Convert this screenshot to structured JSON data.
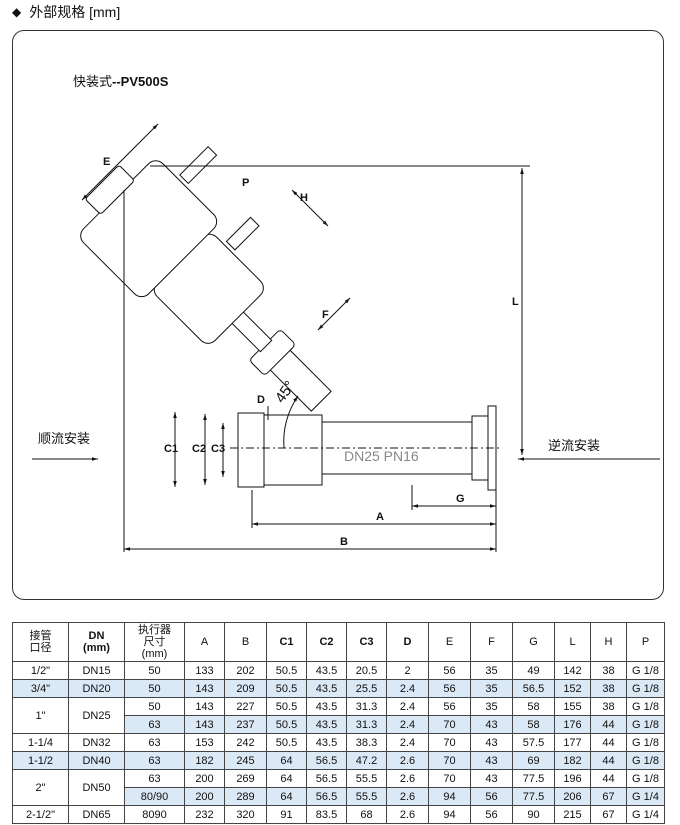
{
  "header": {
    "title": "外部规格 [mm]"
  },
  "drawing": {
    "model": "快装式",
    "model_code": "--PV500S",
    "labels": {
      "E": "E",
      "P": "P",
      "H": "H",
      "F": "F",
      "L": "L",
      "D": "D",
      "angle": "45°",
      "C1": "C1",
      "C2": "C2",
      "C3": "C3",
      "A": "A",
      "B": "B",
      "G": "G",
      "body": "DN25  PN16"
    },
    "left_flow": "顺流安装",
    "right_flow": "逆流安装"
  },
  "table": {
    "headers": [
      {
        "lines": [
          "接管",
          "口径"
        ],
        "bold": false
      },
      {
        "lines": [
          "DN",
          "(mm)"
        ],
        "bold": true
      },
      {
        "lines": [
          "执行器",
          "尺寸",
          "(mm)"
        ],
        "bold": false
      },
      {
        "lines": [
          "A"
        ],
        "bold": false
      },
      {
        "lines": [
          "B"
        ],
        "bold": false
      },
      {
        "lines": [
          "C1"
        ],
        "bold": true
      },
      {
        "lines": [
          "C2"
        ],
        "bold": true
      },
      {
        "lines": [
          "C3"
        ],
        "bold": true
      },
      {
        "lines": [
          "D"
        ],
        "bold": true
      },
      {
        "lines": [
          "E"
        ],
        "bold": false
      },
      {
        "lines": [
          "F"
        ],
        "bold": false
      },
      {
        "lines": [
          "G"
        ],
        "bold": false
      },
      {
        "lines": [
          "L"
        ],
        "bold": false
      },
      {
        "lines": [
          "H"
        ],
        "bold": false
      },
      {
        "lines": [
          "P"
        ],
        "bold": false
      }
    ],
    "rows": [
      {
        "shade": false,
        "cells": [
          [
            "1/2\"",
            1
          ],
          [
            "DN15",
            1
          ],
          [
            "50",
            1
          ],
          [
            "133",
            1
          ],
          [
            "202",
            1
          ],
          [
            "50.5",
            1
          ],
          [
            "43.5",
            1
          ],
          [
            "20.5",
            1
          ],
          [
            "2",
            1
          ],
          [
            "56",
            1
          ],
          [
            "35",
            1
          ],
          [
            "49",
            1
          ],
          [
            "142",
            1
          ],
          [
            "38",
            1
          ],
          [
            "G 1/8",
            1
          ]
        ]
      },
      {
        "shade": true,
        "cells": [
          [
            "3/4\"",
            1
          ],
          [
            "DN20",
            1
          ],
          [
            "50",
            1
          ],
          [
            "143",
            1
          ],
          [
            "209",
            1
          ],
          [
            "50.5",
            1
          ],
          [
            "43.5",
            1
          ],
          [
            "25.5",
            1
          ],
          [
            "2.4",
            1
          ],
          [
            "56",
            1
          ],
          [
            "35",
            1
          ],
          [
            "56.5",
            1
          ],
          [
            "152",
            1
          ],
          [
            "38",
            1
          ],
          [
            "G 1/8",
            1
          ]
        ]
      },
      {
        "shade": false,
        "cells": [
          [
            "1\"",
            2
          ],
          [
            "DN25",
            2
          ],
          [
            "50",
            1
          ],
          [
            "143",
            1
          ],
          [
            "227",
            1
          ],
          [
            "50.5",
            1
          ],
          [
            "43.5",
            1
          ],
          [
            "31.3",
            1
          ],
          [
            "2.4",
            1
          ],
          [
            "56",
            1
          ],
          [
            "35",
            1
          ],
          [
            "58",
            1
          ],
          [
            "155",
            1
          ],
          [
            "38",
            1
          ],
          [
            "G 1/8",
            1
          ]
        ]
      },
      {
        "shade": true,
        "cells": [
          [
            "63",
            1
          ],
          [
            "143",
            1
          ],
          [
            "237",
            1
          ],
          [
            "50.5",
            1
          ],
          [
            "43.5",
            1
          ],
          [
            "31.3",
            1
          ],
          [
            "2.4",
            1
          ],
          [
            "70",
            1
          ],
          [
            "43",
            1
          ],
          [
            "58",
            1
          ],
          [
            "176",
            1
          ],
          [
            "44",
            1
          ],
          [
            "G 1/8",
            1
          ]
        ]
      },
      {
        "shade": false,
        "cells": [
          [
            "1-1/4",
            1
          ],
          [
            "DN32",
            1
          ],
          [
            "63",
            1
          ],
          [
            "153",
            1
          ],
          [
            "242",
            1
          ],
          [
            "50.5",
            1
          ],
          [
            "43.5",
            1
          ],
          [
            "38.3",
            1
          ],
          [
            "2.4",
            1
          ],
          [
            "70",
            1
          ],
          [
            "43",
            1
          ],
          [
            "57.5",
            1
          ],
          [
            "177",
            1
          ],
          [
            "44",
            1
          ],
          [
            "G 1/8",
            1
          ]
        ]
      },
      {
        "shade": true,
        "cells": [
          [
            "1-1/2",
            1
          ],
          [
            "DN40",
            1
          ],
          [
            "63",
            1
          ],
          [
            "182",
            1
          ],
          [
            "245",
            1
          ],
          [
            "64",
            1
          ],
          [
            "56.5",
            1
          ],
          [
            "47.2",
            1
          ],
          [
            "2.6",
            1
          ],
          [
            "70",
            1
          ],
          [
            "43",
            1
          ],
          [
            "69",
            1
          ],
          [
            "182",
            1
          ],
          [
            "44",
            1
          ],
          [
            "G 1/8",
            1
          ]
        ]
      },
      {
        "shade": false,
        "cells": [
          [
            "2\"",
            2
          ],
          [
            "DN50",
            2
          ],
          [
            "63",
            1
          ],
          [
            "200",
            1
          ],
          [
            "269",
            1
          ],
          [
            "64",
            1
          ],
          [
            "56.5",
            1
          ],
          [
            "55.5",
            1
          ],
          [
            "2.6",
            1
          ],
          [
            "70",
            1
          ],
          [
            "43",
            1
          ],
          [
            "77.5",
            1
          ],
          [
            "196",
            1
          ],
          [
            "44",
            1
          ],
          [
            "G 1/8",
            1
          ]
        ]
      },
      {
        "shade": true,
        "cells": [
          [
            "80/90",
            1
          ],
          [
            "200",
            1
          ],
          [
            "289",
            1
          ],
          [
            "64",
            1
          ],
          [
            "56.5",
            1
          ],
          [
            "55.5",
            1
          ],
          [
            "2.6",
            1
          ],
          [
            "94",
            1
          ],
          [
            "56",
            1
          ],
          [
            "77.5",
            1
          ],
          [
            "206",
            1
          ],
          [
            "67",
            1
          ],
          [
            "G 1/4",
            1
          ]
        ]
      },
      {
        "shade": false,
        "cells": [
          [
            "2-1/2\"",
            1
          ],
          [
            "DN65",
            1
          ],
          [
            "8090",
            1
          ],
          [
            "232",
            1
          ],
          [
            "320",
            1
          ],
          [
            "91",
            1
          ],
          [
            "83.5",
            1
          ],
          [
            "68",
            1
          ],
          [
            "2.6",
            1
          ],
          [
            "94",
            1
          ],
          [
            "56",
            1
          ],
          [
            "90",
            1
          ],
          [
            "215",
            1
          ],
          [
            "67",
            1
          ],
          [
            "G 1/4",
            1
          ]
        ]
      }
    ]
  }
}
